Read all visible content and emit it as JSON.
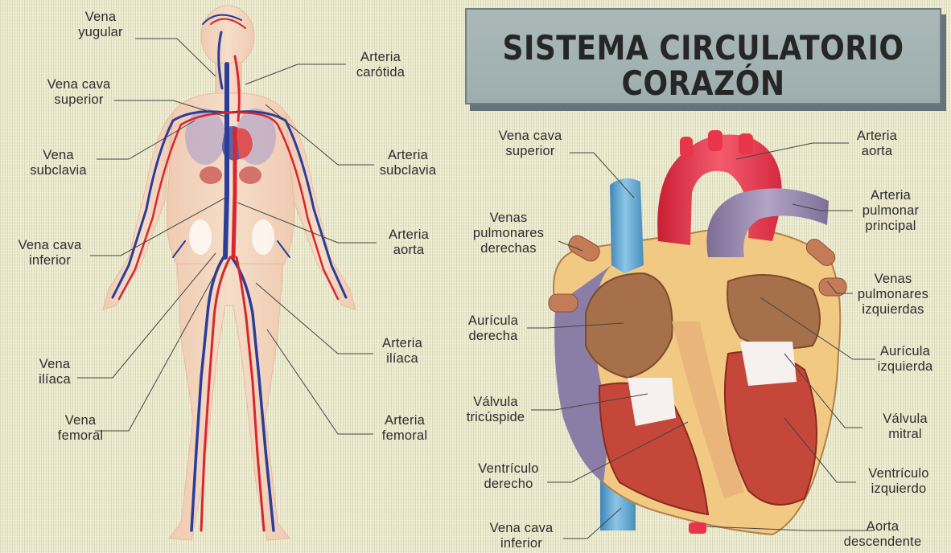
{
  "title": {
    "line1": "SISTEMA CIRCULATORIO",
    "line2": "CORAZÓN"
  },
  "colors": {
    "background": "#eeecce",
    "artery": "#d8262f",
    "vein": "#2b3d9a",
    "heart_red": "#e8354a",
    "pulmonary_purple": "#8e7fa6",
    "vena_cava_blue": "#5fa7cf",
    "title_box": "#a3b3b3"
  },
  "body_labels": {
    "vena_yugular": [
      "Vena",
      "yugular"
    ],
    "arteria_carotida": [
      "Arteria",
      "carótida"
    ],
    "vena_cava_superior": [
      "Vena cava",
      "superior"
    ],
    "vena_subclavia": [
      "Vena",
      "subclavia"
    ],
    "arteria_subclavia": [
      "Arteria",
      "subclavia"
    ],
    "vena_cava_inferior": [
      "Vena cava",
      "inferior"
    ],
    "arteria_aorta": [
      "Arteria",
      "aorta"
    ],
    "vena_iliaca": [
      "Vena",
      "ilíaca"
    ],
    "arteria_iliaca": [
      "Arteria",
      "ilíaca"
    ],
    "vena_femoral": [
      "Vena",
      "femoral"
    ],
    "arteria_femoral": [
      "Arteria",
      "femoral"
    ]
  },
  "heart_labels": {
    "vena_cava_superior": [
      "Vena cava",
      "superior"
    ],
    "arteria_aorta": [
      "Arteria",
      "aorta"
    ],
    "arteria_pulmonar_principal": [
      "Arteria",
      "pulmonar",
      "principal"
    ],
    "venas_pulmonares_derechas": [
      "Venas",
      "pulmonares",
      "derechas"
    ],
    "venas_pulmonares_izquierdas": [
      "Venas",
      "pulmonares",
      "izquierdas"
    ],
    "auricula_derecha": [
      "Aurícula",
      "derecha"
    ],
    "auricula_izquierda": [
      "Aurícula",
      "izquierda"
    ],
    "valvula_tricuspide": [
      "Válvula",
      "tricúspide"
    ],
    "valvula_mitral": [
      "Válvula",
      "mitral"
    ],
    "ventriculo_derecho": [
      "Ventrículo",
      "derecho"
    ],
    "ventriculo_izquierdo": [
      "Ventrículo",
      "izquierdo"
    ],
    "vena_cava_inferior": [
      "Vena cava",
      "inferior"
    ],
    "aorta_descendente": [
      "Aorta",
      "descendente"
    ]
  }
}
